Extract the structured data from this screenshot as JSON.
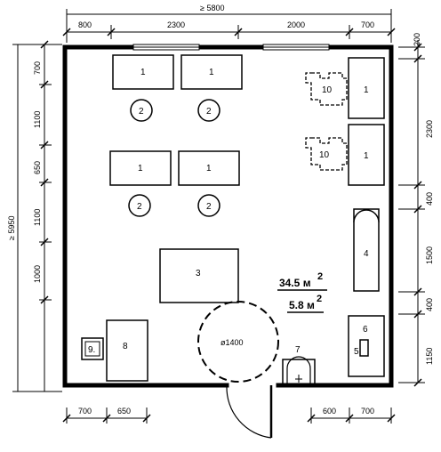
{
  "dimensions": {
    "total_width": "≥ 5800",
    "total_depth": "≥ 5950",
    "top": [
      "800",
      "2300",
      "2000",
      "700"
    ],
    "top_right": "200",
    "left": [
      "700",
      "1100",
      "650",
      "1100",
      "1000"
    ],
    "right": [
      "2300",
      "400",
      "1500",
      "400",
      "1150"
    ],
    "bottom_left": [
      "700",
      "650"
    ],
    "bottom_right": [
      "600",
      "700"
    ]
  },
  "items": {
    "table": "1",
    "chair": "2",
    "large_table": "3",
    "cabinet": "4",
    "stand": "5",
    "unit_6": "6",
    "sink": "7",
    "desk": "8",
    "item_9": "9.",
    "rack": "10"
  },
  "turning_circle": "ø1400",
  "areas": {
    "main": "34.5 м",
    "main_exp": "2",
    "secondary": "5.8 м",
    "secondary_exp": "2"
  }
}
